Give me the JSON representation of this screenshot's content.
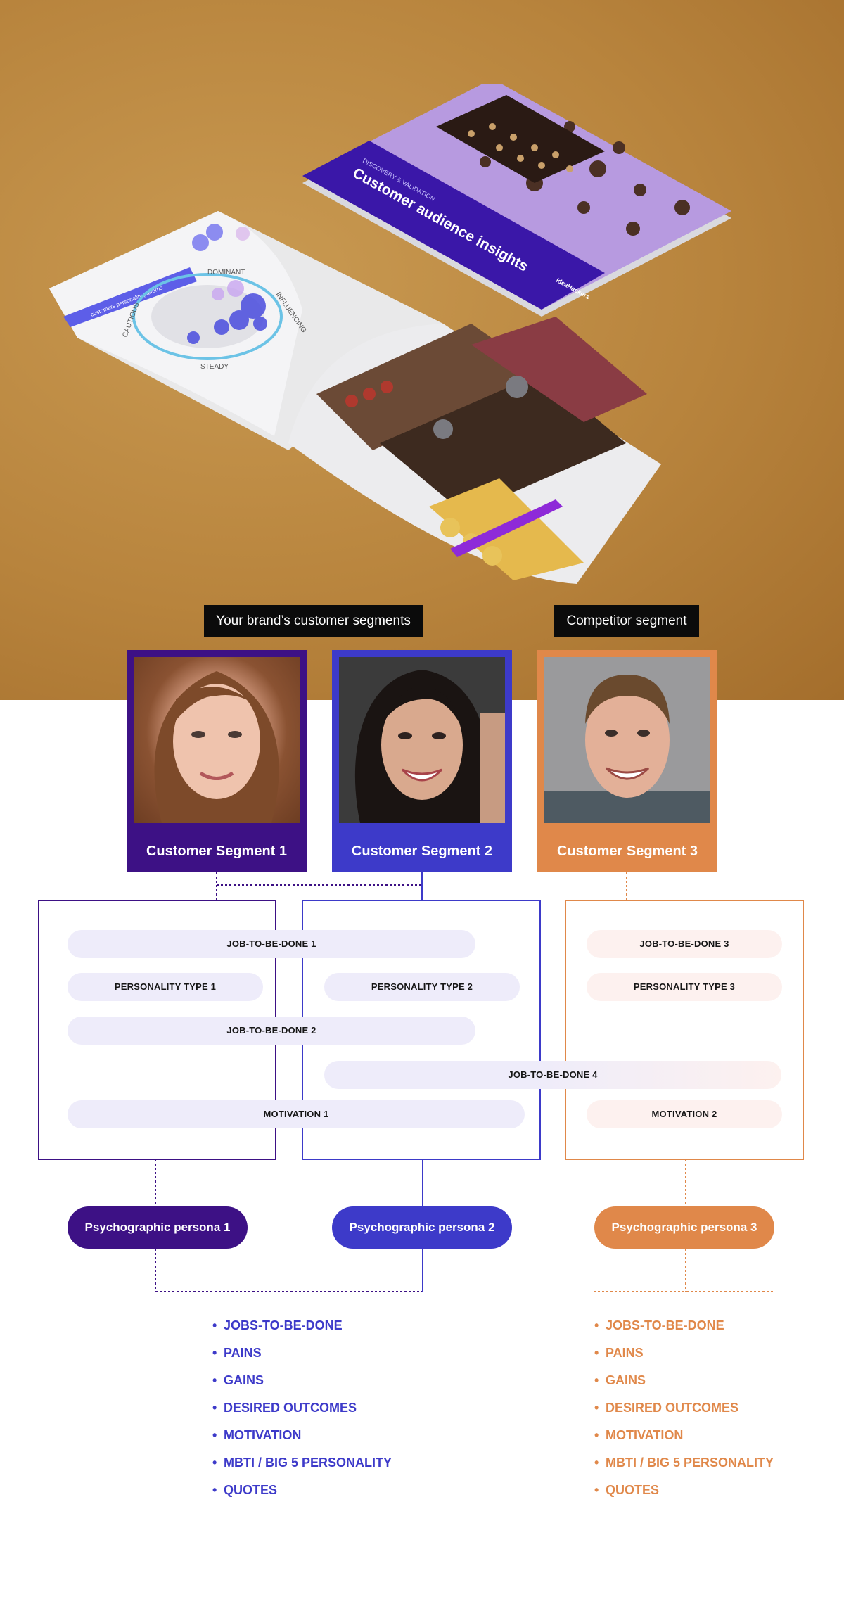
{
  "hero": {
    "cover": {
      "kicker": "DISCOVERY & VALIDATION",
      "title": "Customer audience insights",
      "publisher": "IdeaHackers"
    },
    "spread": {
      "strip_label": "customers personality patterns",
      "wheel_labels": [
        "DOMINANT",
        "INFLUENCING",
        "STEADY",
        "CAUTIOUS"
      ]
    }
  },
  "tags": {
    "brand": "Your brand’s customer segments",
    "competitor": "Competitor segment"
  },
  "segments": [
    {
      "label": "Customer Segment 1",
      "color": "#3d1185"
    },
    {
      "label": "Customer Segment 2",
      "color": "#3d3ac9"
    },
    {
      "label": "Customer Segment 3",
      "color": "#e0884a"
    }
  ],
  "attributes": {
    "jtbd1": "JOB-TO-BE-DONE 1",
    "jtbd2": "JOB-TO-BE-DONE 2",
    "jtbd3": "JOB-TO-BE-DONE 3",
    "jtbd4": "JOB-TO-BE-DONE 4",
    "pt1": "PERSONALITY TYPE 1",
    "pt2": "PERSONALITY TYPE 2",
    "pt3": "PERSONALITY TYPE 3",
    "mot1": "MOTIVATION 1",
    "mot2": "MOTIVATION 2"
  },
  "personas": [
    {
      "label": "Psychographic persona 1",
      "color": "#3d1185"
    },
    {
      "label": "Psychographic persona 2",
      "color": "#3d3ac9"
    },
    {
      "label": "Psychographic persona 3",
      "color": "#e0884a"
    }
  ],
  "persona_contents": {
    "brand": [
      "JOBS-TO-BE-DONE",
      "PAINS",
      "GAINS",
      "DESIRED OUTCOMES",
      "MOTIVATION",
      "MBTI / BIG 5 PERSONALITY",
      "QUOTES"
    ],
    "competitor": [
      "JOBS-TO-BE-DONE",
      "PAINS",
      "GAINS",
      "DESIRED OUTCOMES",
      "MOTIVATION",
      "MBTI / BIG 5 PERSONALITY",
      "QUOTES"
    ]
  },
  "colors": {
    "purple": "#3d1185",
    "blue": "#3d3ac9",
    "orange": "#e0884a",
    "hero_bg": "#b8843d"
  }
}
